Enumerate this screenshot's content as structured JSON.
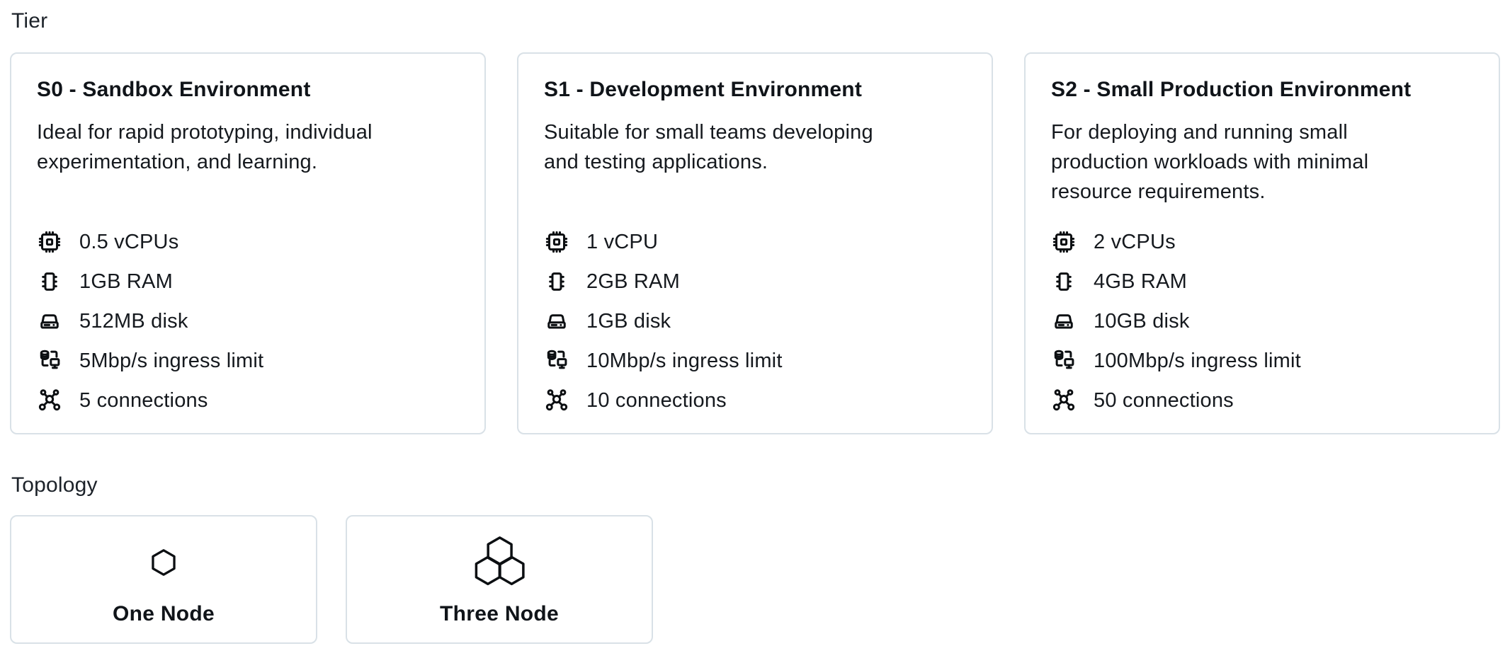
{
  "labels": {
    "tier": "Tier",
    "topology": "Topology"
  },
  "colors": {
    "card_border": "#d9e1e7",
    "text": "#15191e",
    "background": "#ffffff"
  },
  "tiers": [
    {
      "title": "S0 - Sandbox Environment",
      "description": "Ideal for rapid prototyping, individual\nexperimentation, and learning.",
      "specs": [
        {
          "icon": "cpu-icon",
          "label": "0.5 vCPUs"
        },
        {
          "icon": "ram-icon",
          "label": "1GB RAM"
        },
        {
          "icon": "disk-icon",
          "label": "512MB disk"
        },
        {
          "icon": "ingress-icon",
          "label": "5Mbp/s ingress limit"
        },
        {
          "icon": "connections-icon",
          "label": "5 connections"
        }
      ]
    },
    {
      "title": "S1 - Development Environment",
      "description": "Suitable for small teams developing\nand testing applications.",
      "specs": [
        {
          "icon": "cpu-icon",
          "label": "1 vCPU"
        },
        {
          "icon": "ram-icon",
          "label": "2GB RAM"
        },
        {
          "icon": "disk-icon",
          "label": "1GB disk"
        },
        {
          "icon": "ingress-icon",
          "label": "10Mbp/s ingress limit"
        },
        {
          "icon": "connections-icon",
          "label": "10 connections"
        }
      ]
    },
    {
      "title": "S2 - Small Production Environment",
      "description": "For deploying and running small\nproduction workloads with minimal\nresource requirements.",
      "specs": [
        {
          "icon": "cpu-icon",
          "label": "2 vCPUs"
        },
        {
          "icon": "ram-icon",
          "label": "4GB RAM"
        },
        {
          "icon": "disk-icon",
          "label": "10GB disk"
        },
        {
          "icon": "ingress-icon",
          "label": "100Mbp/s ingress limit"
        },
        {
          "icon": "connections-icon",
          "label": "50 connections"
        }
      ]
    }
  ],
  "topologies": [
    {
      "icon": "one-node-icon",
      "label": "One Node"
    },
    {
      "icon": "three-node-icon",
      "label": "Three Node"
    }
  ]
}
